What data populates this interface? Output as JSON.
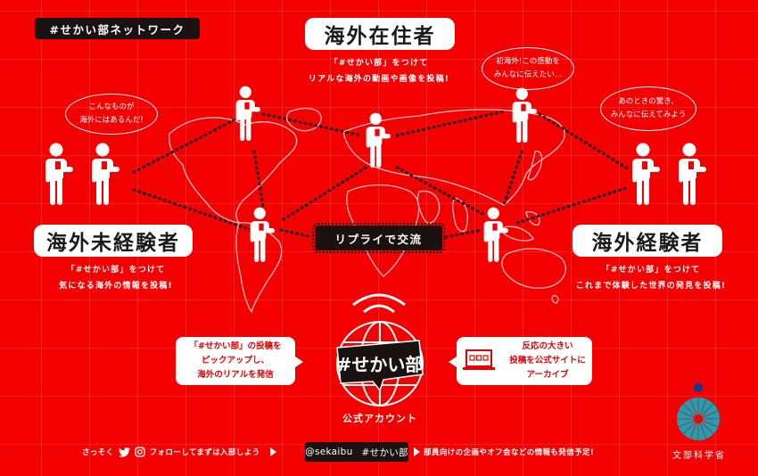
{
  "header": {
    "network_tag": "#せかい部ネットワーク"
  },
  "groups": {
    "residents": {
      "title": "海外在住者",
      "desc_line1": "「#せかい部」をつけて",
      "desc_line2": "リアルな海外の動画や画像を投稿!"
    },
    "inexperienced": {
      "title": "海外未経験者",
      "desc_line1": "「#せかい部」をつけて",
      "desc_line2": "気になる海外の情報を投稿!",
      "speech_line1": "こんなものが",
      "speech_line2": "海外にはあるんだ!"
    },
    "experienced": {
      "title": "海外経験者",
      "desc_line1": "「#せかい部」をつけて",
      "desc_line2": "これまで体験した世界の発見を投稿!",
      "speech_line1": "あのときの驚き、",
      "speech_line2": "みんなに伝えてみよう"
    },
    "first_timer_speech": {
      "line1": "初海外!この感動を",
      "line2": "みんなに伝えたい…"
    }
  },
  "network": {
    "reply_badge": "リプライで交流"
  },
  "official": {
    "logo_text": "#せかい部",
    "label": "公式アカウント",
    "left_card": {
      "line1": "「#せかい部」の投稿を",
      "line2": "ピックアップし、",
      "line3": "海外のリアルを発信"
    },
    "right_card": {
      "line1": "反応の大きい",
      "line2": "投稿を公式サイトに",
      "line3": "アーカイブ"
    }
  },
  "footer": {
    "prefix": "さっそく",
    "follow_text": "フォローしてまずは入部しよう",
    "handle": "@sekaibu",
    "hashtag": "#せかい部",
    "note": "部員向けの企画やオフ会などの情報も発信予定!"
  },
  "ministry": {
    "label": "文部科学省"
  },
  "colors": {
    "background": "#f50000",
    "dark": "#1a1111",
    "white": "#ffffff",
    "emblem_teal": "#1ba3b3",
    "emblem_blue": "#0a3d91"
  }
}
